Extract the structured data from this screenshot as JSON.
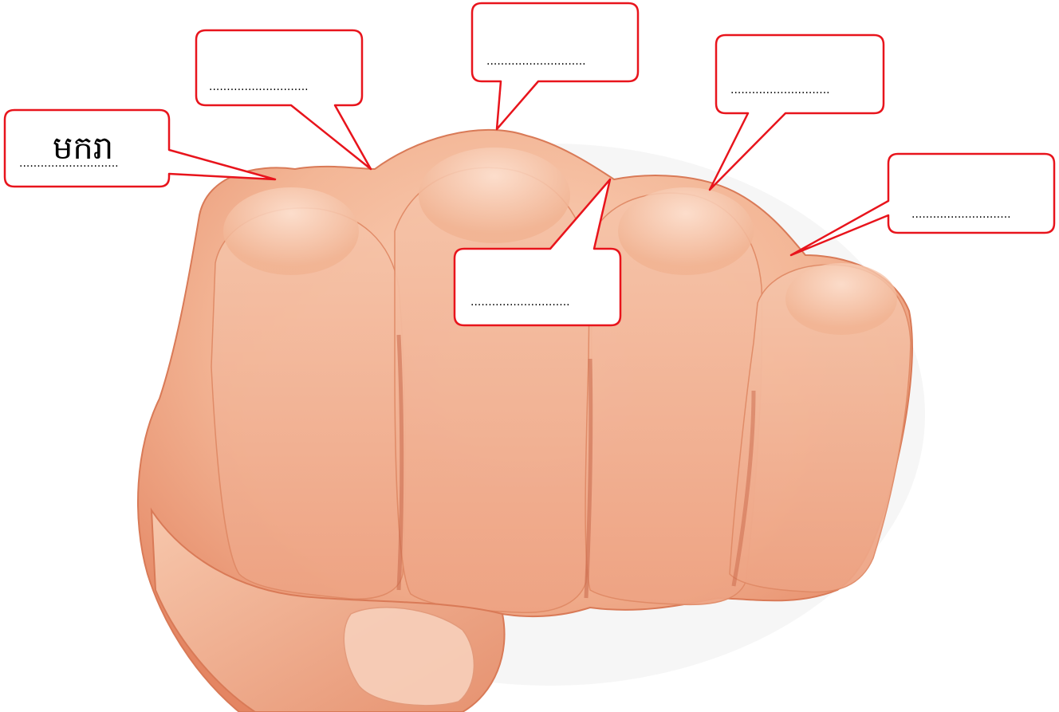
{
  "diagram": {
    "subject": "fist",
    "callout_color": "#e8141c",
    "callouts": [
      {
        "id": "thumb-knuckle",
        "word": "មករា",
        "blank": "............................"
      },
      {
        "id": "index-knuckle",
        "word": "",
        "blank": "............................"
      },
      {
        "id": "middle-knuckle",
        "word": "",
        "blank": "............................"
      },
      {
        "id": "ring-knuckle",
        "word": "",
        "blank": "............................"
      },
      {
        "id": "pinky-knuckle",
        "word": "",
        "blank": "............................"
      },
      {
        "id": "between-knuckles",
        "word": "",
        "blank": "............................"
      }
    ]
  }
}
